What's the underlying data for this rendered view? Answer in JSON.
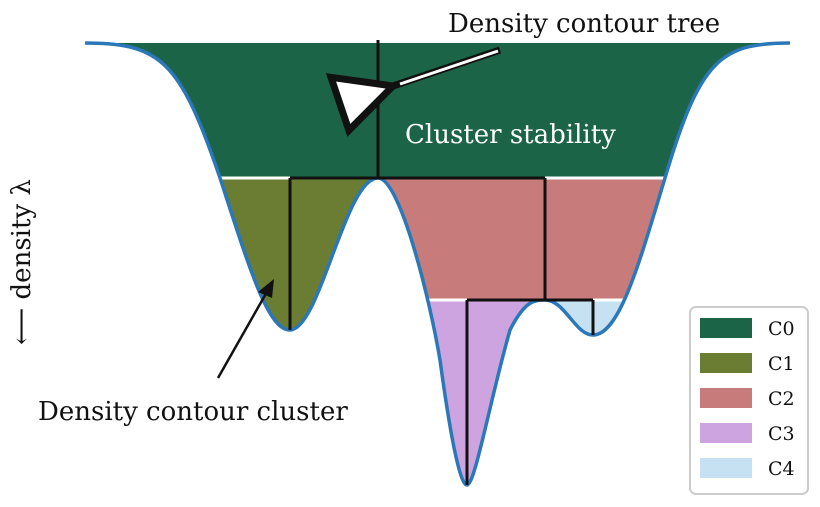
{
  "labels": {
    "tree": "Density contour tree",
    "stability": "Cluster stability",
    "cluster": "Density contour cluster",
    "axis": "⟵ density λ"
  },
  "legend": [
    {
      "label": "C0",
      "color": "#1c6448"
    },
    {
      "label": "C1",
      "color": "#6b7c33"
    },
    {
      "label": "C2",
      "color": "#c77b7a"
    },
    {
      "label": "C3",
      "color": "#cda4e0"
    },
    {
      "label": "C4",
      "color": "#c6e1f2"
    }
  ],
  "colors": {
    "outline": "#2a78b8",
    "tree": "#111111"
  }
}
